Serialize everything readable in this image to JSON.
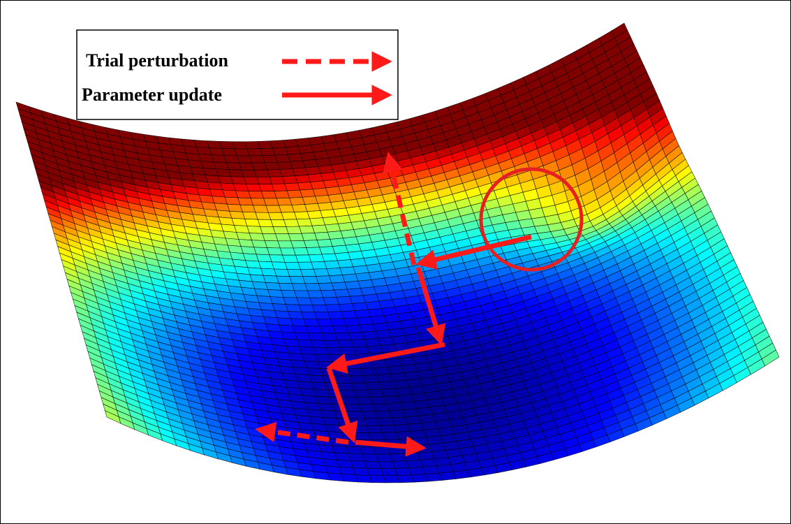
{
  "legend": {
    "trial_label": "Trial perturbation",
    "update_label": "Parameter update"
  },
  "colors": {
    "arrow": "#ff1a1a",
    "circle": "#e62020",
    "mesh": "#000000",
    "colormap": [
      "#00008f",
      "#0000ff",
      "#0080ff",
      "#00ffff",
      "#80ff80",
      "#ffff00",
      "#ff8000",
      "#ff0000",
      "#800000"
    ]
  },
  "icons": {
    "trial": "dashed-arrow-icon",
    "update": "solid-arrow-icon",
    "local_minimum": "circle-highlight"
  }
}
